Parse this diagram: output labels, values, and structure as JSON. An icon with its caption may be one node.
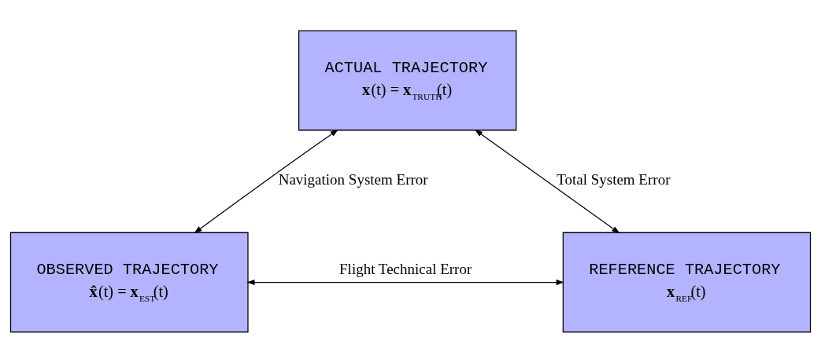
{
  "diagram": {
    "nodes": [
      {
        "text": [
          "ACTUAL TRAJECTORY",
          "**x**(t) = **x**$_{TRUTH}$(t)"
        ]
      },
      {
        "text": [
          "OBSERVED TRAJECTORY",
          "**x̂**(t) = **x**$_{EST}$(t)"
        ]
      },
      {
        "text": [
          "REFERENCE TRAJECTORY",
          "**x**$_{REF}$(t)"
        ]
      }
    ],
    "edges": [
      {
        "from": 1,
        "to": 0,
        "arrow": "both",
        "label": "Navigation System Error"
      },
      {
        "from": 0,
        "to": 2,
        "arrow": "both",
        "label": "Total System Error"
      },
      {
        "from": 1,
        "to": 2,
        "arrow": "both",
        "label": "Flight Technical Error"
      }
    ]
  }
}
